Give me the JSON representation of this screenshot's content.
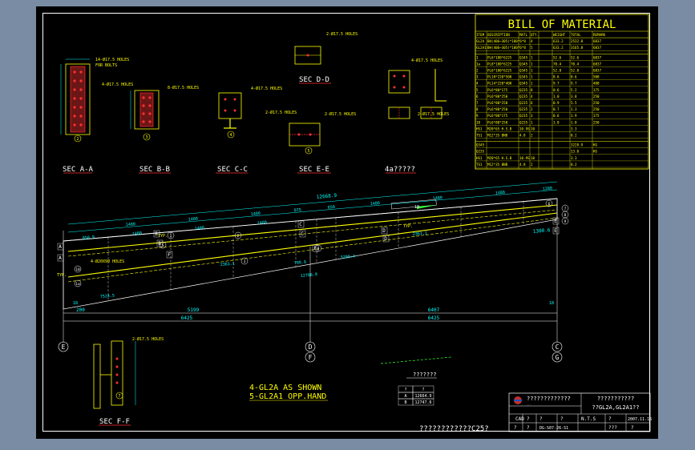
{
  "bom": {
    "title": "BILL OF MATERIAL",
    "headers": [
      "ITEM",
      "DESCRIPTION",
      "MATL",
      "QTY.",
      "WEIGHT",
      "TOTAL",
      "REMARK"
    ],
    "assembly_rows": [
      [
        "GL2A",
        "BH(406~305)*180*6*8",
        "",
        "4",
        "633.2",
        "2532.8",
        "6837"
      ],
      [
        "GL2A1",
        "BH(406~305)*180*6*8",
        "",
        "5",
        "633.2",
        "3165.8",
        "6837"
      ]
    ],
    "rows": [
      [
        "1",
        "PL6*180*6225",
        "Q345",
        "1",
        "52.6",
        "52.6",
        "6837"
      ],
      [
        "1a",
        "PL8*180*6225",
        "Q345",
        "1",
        "70.4",
        "70.4",
        "6837"
      ],
      [
        "2",
        "PL6*180*6225",
        "Q345",
        "1",
        "52.8",
        "52.8",
        "6837"
      ],
      [
        "3",
        "PL10*220*500",
        "Q345",
        "1",
        "8.6",
        "8.6",
        "500"
      ],
      [
        "4",
        "PL14*220*400",
        "Q345",
        "1",
        "9.7",
        "9.7",
        "400"
      ],
      [
        "5",
        "PL6*80*175",
        "Q235",
        "8",
        "0.6",
        "5.2",
        "175"
      ],
      [
        "6",
        "PL6*80*250",
        "Q235",
        "4",
        "1.0",
        "3.8",
        "250"
      ],
      [
        "7",
        "PL6*80*250",
        "Q235",
        "6",
        "0.9",
        "5.5",
        "250"
      ],
      [
        "8",
        "PL6*80*250",
        "Q235",
        "2",
        "0.7",
        "1.3",
        "250"
      ],
      [
        "9",
        "PL6*80*175",
        "Q235",
        "3",
        "0.6",
        "1.9",
        "175"
      ],
      [
        "10",
        "PL6*80*250",
        "Q235",
        "1",
        "1.0",
        "1.0",
        "250"
      ],
      [
        "HS1",
        "M20*65 H.S.B",
        "10.9S",
        "10",
        "",
        "3.3",
        ""
      ],
      [
        "TS1",
        "M12*35 BNB",
        "4.8",
        "2",
        "",
        "0.2",
        ""
      ]
    ],
    "totals": [
      [
        "Q345",
        "",
        "",
        "",
        "",
        "3228.9",
        "KG"
      ],
      [
        "Q235",
        "",
        "",
        "",
        "",
        "13.0",
        "KG"
      ],
      [
        "HS1",
        "M20*65 H.S.B",
        "10.9S",
        "10",
        "",
        "3.3",
        ""
      ],
      [
        "TS1",
        "M12*35 BNB",
        "4.8",
        "2",
        "",
        "0.2",
        ""
      ]
    ]
  },
  "sections": {
    "a_a": "SEC A-A",
    "b_b": "SEC B-B",
    "c_c": "SEC C-C",
    "d_d": "SEC D-D",
    "e_e": "SEC E-E",
    "unnamed": "4a?????",
    "f_f": "SEC F-F"
  },
  "notes": {
    "holes_14": "14-Ø17.5 HOLES",
    "holes_8": "8-Ø17.5 HOLES",
    "holes_4a": "4-Ø17.5 HOLES",
    "holes_4b": "4-Ø17.5 HOLES",
    "holes_2a": "2-Ø17.5 HOLES",
    "holes_2b": "2-Ø17.5 HOLES",
    "holes_2c": "2-Ø17.5 HOLES",
    "holes_4c": "4-Ø17.5 HOLES",
    "holes_4d": "4-Ø17.5 HOLES",
    "holes_2f": "2-Ø17.5 HOLES",
    "holes_4e": "4-Ø20X90 HOLES"
  },
  "elevation": {
    "top_total": "12668.9",
    "top_dims": [
      "1480",
      "1480",
      "1480",
      "875",
      "650",
      "1480",
      "1480",
      "1480",
      "1280"
    ],
    "left_dims": [
      "858.9",
      "1480",
      "1480",
      "1480"
    ],
    "right_dim": "1300.6",
    "mid_dims": [
      "2361.1",
      "2361.1",
      "12708.9",
      "5290.4",
      "7524.5",
      "790.9"
    ],
    "bottom_left": "5199",
    "bottom_right": "6407",
    "bottom_total_left": "6425",
    "bottom_total_right": "6425",
    "edge_left": "200",
    "edge_left2": "18",
    "edge_right": "18",
    "bracket_label": "10",
    "typ": "TYP.",
    "grid": [
      "E",
      "D",
      "F",
      "C",
      "G"
    ],
    "letters": [
      "A",
      "A",
      "B",
      "B",
      "C",
      "C",
      "D",
      "D",
      "E",
      "E",
      "F",
      "F"
    ]
  },
  "marks": [
    "1",
    "2",
    "3",
    "4",
    "5",
    "6",
    "7",
    "8",
    "9",
    "10",
    "1a"
  ],
  "caption": {
    "line1": "4-GL2A AS SHOWN",
    "line2": "5-GL2A1 OPP.HAND"
  },
  "small_table": {
    "title": "???????",
    "rows": [
      [
        "?",
        "?"
      ],
      [
        "A",
        "12664.9"
      ],
      [
        "B",
        "12747.6"
      ]
    ]
  },
  "title_block": {
    "company": "?????????????",
    "company_sub": "...",
    "drawing_title": "???????????",
    "drawing_subtitle": "??GL2A,GL2A1??",
    "cells": [
      "?",
      "?",
      "?",
      "?",
      "?",
      "?",
      "?",
      "?",
      "?",
      "?",
      "?",
      "?",
      "?",
      "?",
      "?",
      "?"
    ],
    "cad": "CAD",
    "scale": "N.T.S",
    "date": "2007.11.16",
    "drawing_no": "DG-S07-26-S1",
    "sheet": "???",
    "rev": "?"
  },
  "footer_note": "????????????C25?"
}
